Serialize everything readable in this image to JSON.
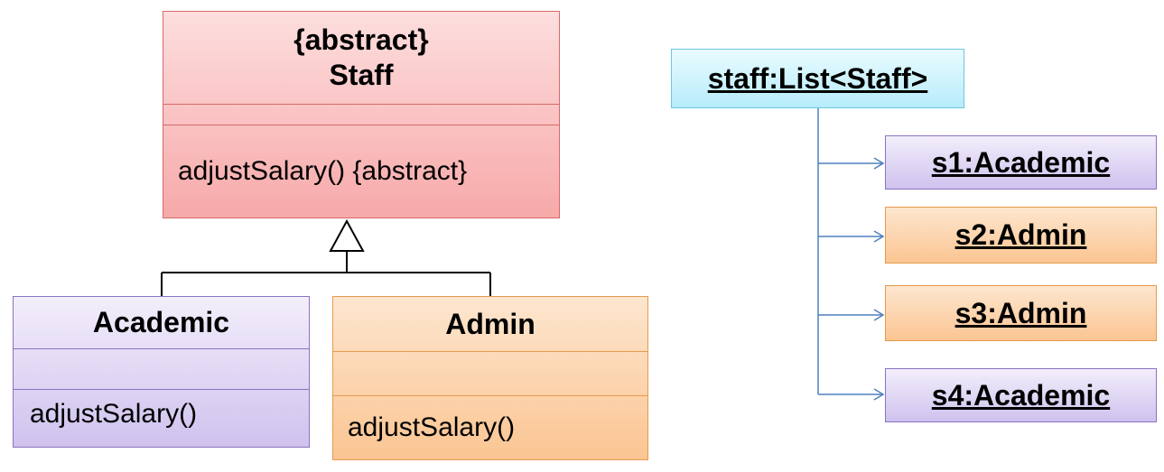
{
  "class_diagram": {
    "staff": {
      "stereotype": "{abstract}",
      "name": "Staff",
      "method": "adjustSalary() {abstract}"
    },
    "academic": {
      "name": "Academic",
      "method": "adjustSalary()"
    },
    "admin": {
      "name": "Admin",
      "method": "adjustSalary()"
    }
  },
  "object_diagram": {
    "list": "staff:List<Staff>",
    "items": [
      "s1:Academic",
      "s2:Admin",
      "s3:Admin",
      "s4:Academic"
    ]
  },
  "colors": {
    "abstract_class": "#f7a9a9",
    "academic": "#cfc2ee",
    "admin": "#fbc592",
    "list": "#b7ecfb",
    "connector": "#4f81bd"
  }
}
